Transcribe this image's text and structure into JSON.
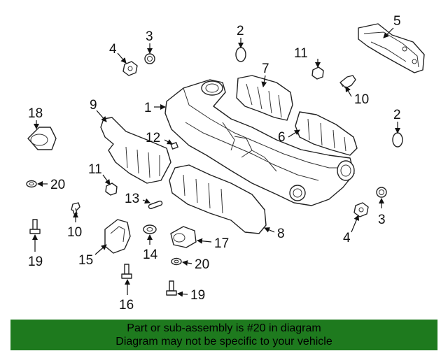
{
  "callouts": {
    "c1": "1",
    "c2a": "2",
    "c2b": "2",
    "c3a": "3",
    "c3b": "3",
    "c4a": "4",
    "c4b": "4",
    "c5": "5",
    "c6": "6",
    "c7": "7",
    "c8": "8",
    "c9": "9",
    "c10a": "10",
    "c10b": "10",
    "c11a": "11",
    "c11b": "11",
    "c12": "12",
    "c13": "13",
    "c14": "14",
    "c15": "15",
    "c16": "16",
    "c17": "17",
    "c18": "18",
    "c19a": "19",
    "c19b": "19",
    "c20a": "20",
    "c20b": "20"
  },
  "banner": {
    "line1": "Part or sub-assembly is #20 in diagram",
    "line2": "Diagram may not be specific to your vehicle",
    "color": "#1e7a1e"
  }
}
